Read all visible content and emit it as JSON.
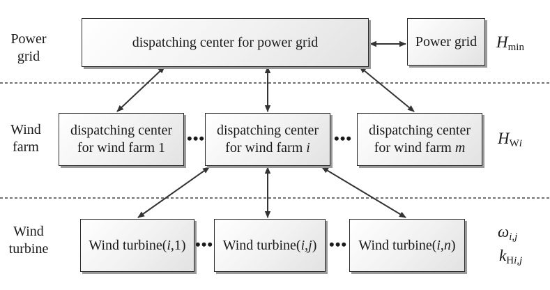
{
  "levels": {
    "grid": [
      "Power",
      "grid"
    ],
    "farm": [
      "Wind",
      "farm"
    ],
    "turbine": [
      "Wind",
      "turbine"
    ]
  },
  "boxes": {
    "grid_center": "dispatching center for power grid",
    "power_grid": "Power grid",
    "farm1": {
      "line1": "dispatching center",
      "line2": "for wind farm 1"
    },
    "farm_i": {
      "line1": "dispatching center",
      "line2_prefix": "for wind farm ",
      "index": "i"
    },
    "farm_m": {
      "line1": "dispatching center",
      "line2_prefix": "for wind farm ",
      "index": "m"
    },
    "turbine_1": {
      "prefix": "Wind turbine(",
      "i": "i",
      "sep": ",",
      "j": "1",
      "suffix": ")"
    },
    "turbine_j": {
      "prefix": "Wind turbine(",
      "i": "i",
      "sep": ",",
      "j": "j",
      "suffix": ")"
    },
    "turbine_n": {
      "prefix": "Wind turbine(",
      "i": "i",
      "sep": ",",
      "j": "n",
      "suffix": ")"
    }
  },
  "ellipsis": "•••",
  "symbols": {
    "h_min": {
      "base": "H",
      "sub": "min"
    },
    "h_wi": {
      "base": "H",
      "sub": "W",
      "sub_italic": "i"
    },
    "omega": {
      "base": "ω",
      "sub": "i,j"
    },
    "k_h": {
      "base": "k",
      "sub": "H",
      "sub_italic": "i,j"
    }
  }
}
